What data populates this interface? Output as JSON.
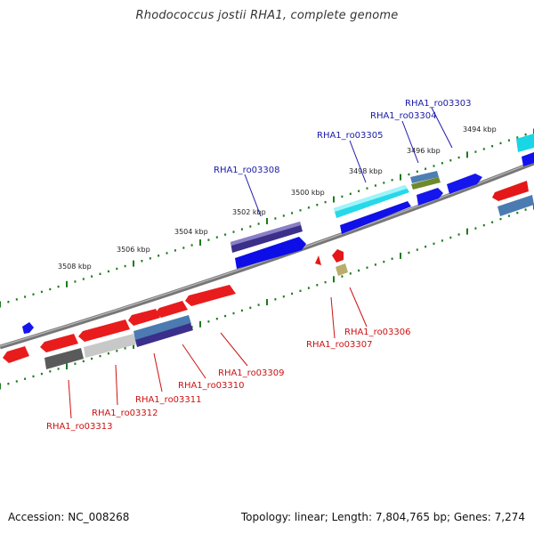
{
  "title": "Rhodococcus jostii RHA1, complete genome",
  "accession": "Accession: NC_008268",
  "summary": "Topology: linear; Length: 7,804,765 bp; Genes: 7,274",
  "colors": {
    "backbone": "#7a7a7a",
    "tick": "#1f7a1f",
    "forward_label": "#1a1aa8",
    "reverse_label": "#cc1111"
  },
  "kbp_labels": [
    "3494 kbp",
    "3496 kbp",
    "3498 kbp",
    "3500 kbp",
    "3502 kbp",
    "3504 kbp",
    "3506 kbp",
    "3508 kbp"
  ],
  "forward_genes": [
    "RHA1_ro03303",
    "RHA1_ro03304",
    "RHA1_ro03305",
    "RHA1_ro03308"
  ],
  "reverse_genes": [
    "RHA1_ro03306",
    "RHA1_ro03307",
    "RHA1_ro03309",
    "RHA1_ro03310",
    "RHA1_ro03311",
    "RHA1_ro03312",
    "RHA1_ro03313"
  ]
}
